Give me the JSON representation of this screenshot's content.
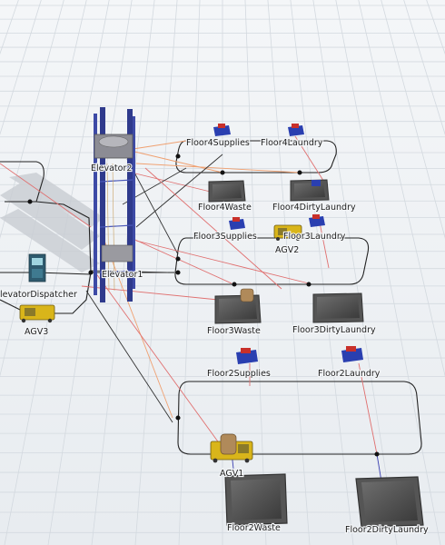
{
  "labels": {
    "floor4_supplies": "Floor4Supplies",
    "floor4_laundry": "Floor4Laundry",
    "floor4_waste": "Floor4Waste",
    "floor4_dirty_laundry": "Floor4DirtyLaundry",
    "floor3_supplies": "Floor3Supplies",
    "floor3_laundry": "Floor3Laundry",
    "floor3_waste": "Floor3Waste",
    "floor3_dirty_laundry": "Floor3DirtyLaundry",
    "floor2_supplies": "Floor2Supplies",
    "floor2_laundry": "Floor2Laundry",
    "floor2_waste": "Floor2Waste",
    "floor2_dirty_laundry": "Floor2DirtyLaundry",
    "elevator2": "Elevator2",
    "elevator1": "Elevator1",
    "dispatcher": "levatorDispatcher",
    "agv1": "AGV1",
    "agv2": "AGV2",
    "agv3": "AGV3"
  },
  "colors": {
    "floor_bg": "#eef1f4",
    "grid_line": "#d3d9df",
    "path_line": "#222222",
    "connector_orange": "#f0a070",
    "connector_red": "#e07070",
    "elevator_frame": "#2f3a8c",
    "queue_blue": "#2a3fb0",
    "queue_red": "#c8302a",
    "agv_yellow": "#d9b51a",
    "waste_box": "#b08a5a"
  },
  "icons": {
    "queue": "queue-rack-icon",
    "elevator": "elevator-tower-icon",
    "agv": "agv-vehicle-icon",
    "sink": "pallet-sink-icon",
    "dispatcher": "dispatcher-kiosk-icon",
    "control_point": "control-point-icon"
  }
}
